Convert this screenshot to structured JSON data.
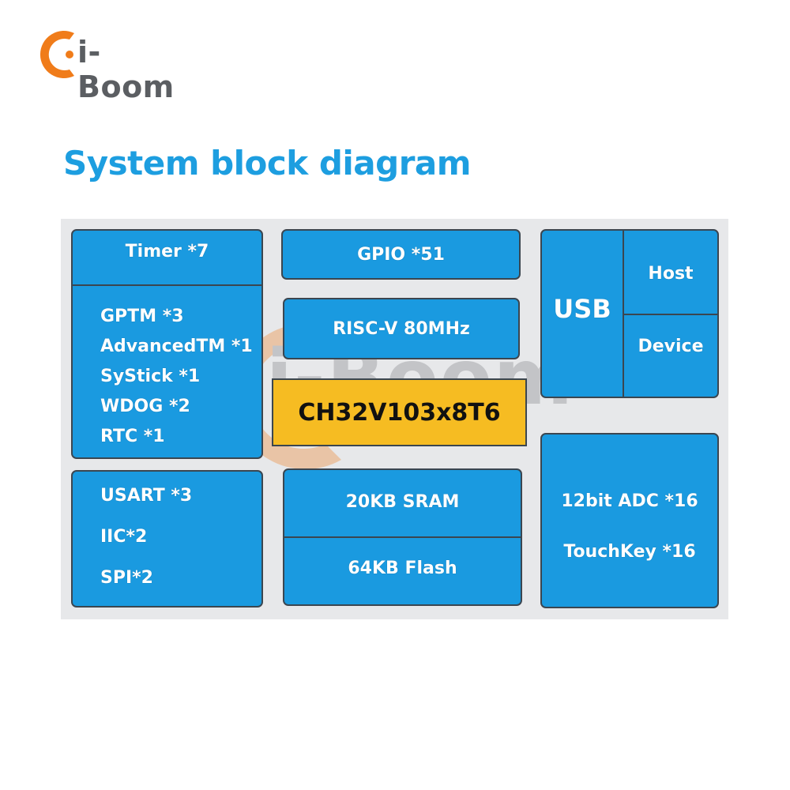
{
  "brand": {
    "logo_text": "i-Boom",
    "watermark_text": "i-Boom"
  },
  "heading": "System block diagram",
  "colors": {
    "block": "#1a9ae0",
    "chip": "#f6bc22",
    "heading": "#1d9ee0",
    "logo_orange": "#f07c1a",
    "panel": "#e7e8ea"
  },
  "blocks": {
    "timer": {
      "title": "Timer *7",
      "items": [
        "GPTM *3",
        "AdvancedTM *1",
        "SyStick  *1",
        "WDOG *2",
        "RTC *1"
      ]
    },
    "serial": {
      "items": [
        "USART *3",
        "IIC*2",
        "SPI*2"
      ]
    },
    "gpio": "GPIO *51",
    "cpu": "RISC-V  80MHz",
    "chip": "CH32V103x8T6",
    "memory": {
      "sram": "20KB SRAM",
      "flash": "64KB Flash"
    },
    "usb": {
      "title": "USB",
      "host": "Host",
      "device": "Device"
    },
    "analog": {
      "adc": "12bit ADC *16",
      "touch": "TouchKey *16"
    }
  }
}
